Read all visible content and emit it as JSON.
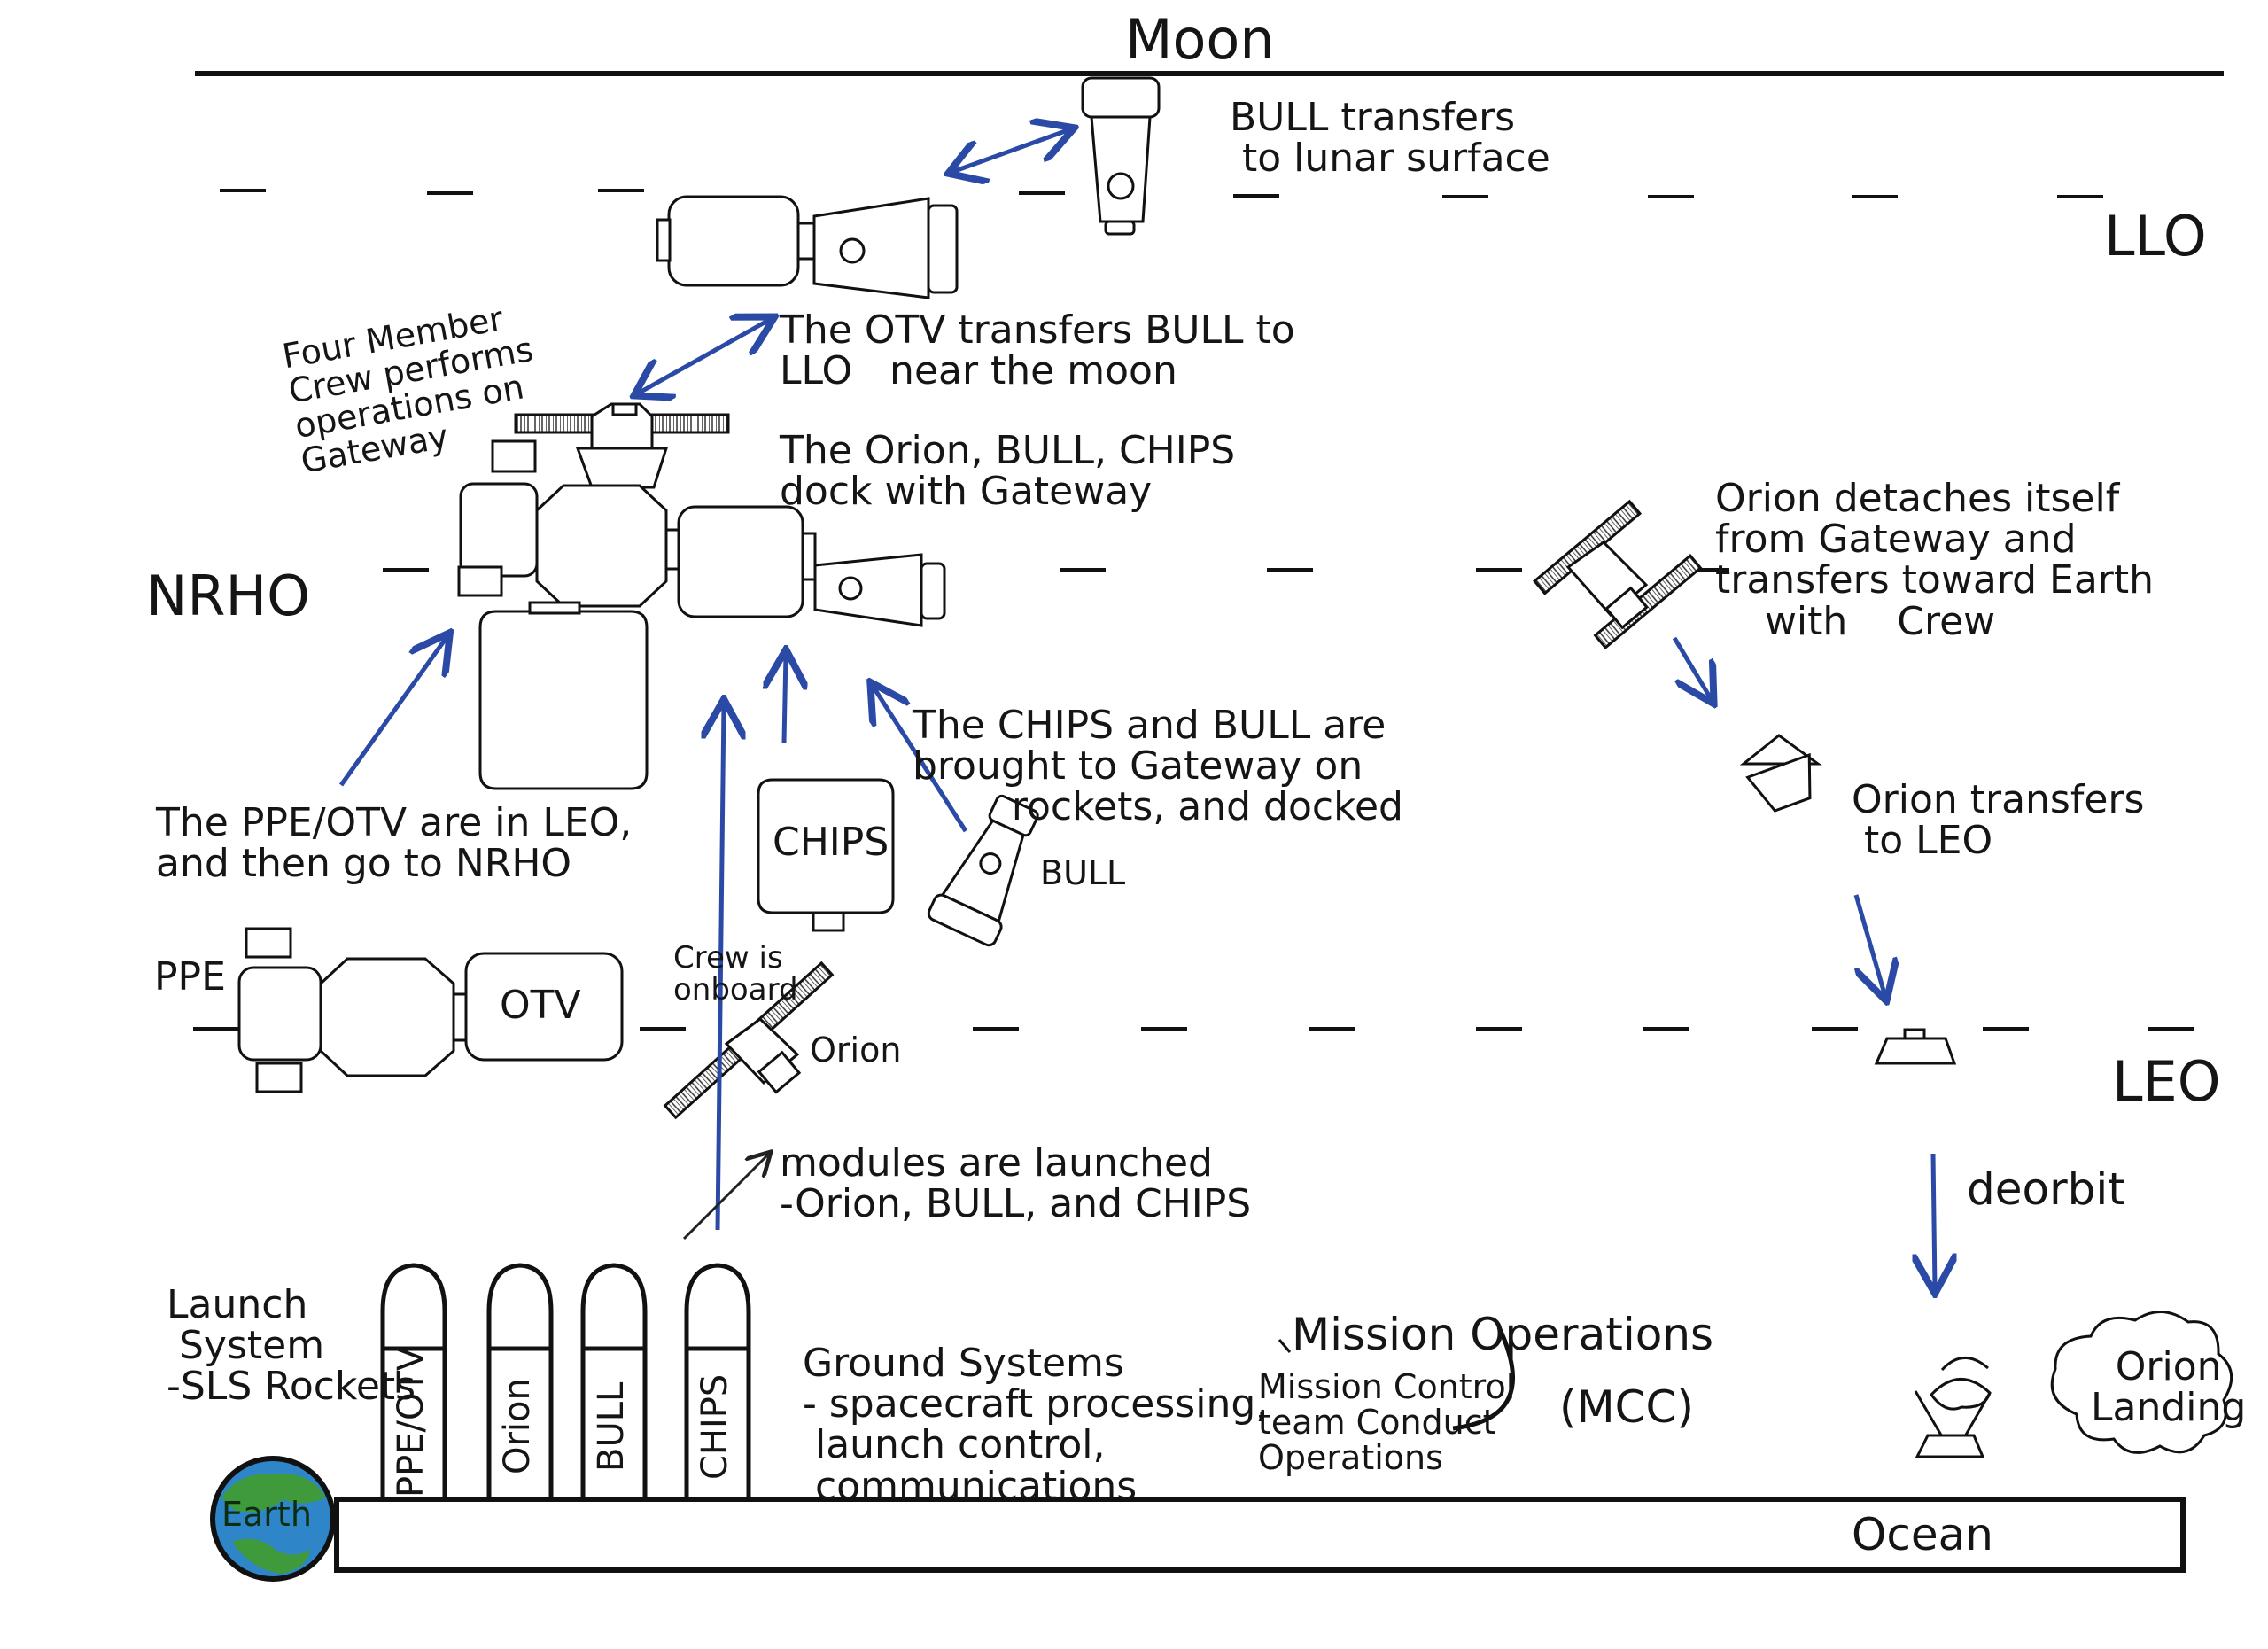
{
  "colors": {
    "ink": "#151515",
    "arrow_blue": "#2b4aa6",
    "earth_green": "#3f9a3c",
    "earth_blue": "#2e86c9"
  },
  "regions": {
    "moon": "Moon",
    "llo": "LLO",
    "nrho": "NRHO",
    "leo": "LEO",
    "ocean": "Ocean",
    "earth": "Earth"
  },
  "notes": {
    "bull_transfers": "BULL transfers\n to lunar surface",
    "otv_transfers": "The OTV transfers BULL to\nLLO   near the moon",
    "crew_ops": "Four Member\nCrew performs\noperations on\nGateway",
    "dock": "The Orion, BULL, CHIPS\ndock with Gateway",
    "orion_detaches": "Orion detaches itself\nfrom Gateway and\ntransfers toward Earth\n    with    Crew",
    "chips_bull_brought": "The CHIPS and BULL are\nbrought to Gateway on\n        rockets, and docked",
    "orion_to_leo": "Orion transfers\n to LEO",
    "ppe_otv_leo": "The PPE/OTV are in LEO,\nand then go to NRHO",
    "crew_onboard": "Crew is\nonboard",
    "modules_launched": "modules are launched\n-Orion, BULL, and CHIPS",
    "deorbit": "deorbit",
    "launch_system": "Launch\n System\n-SLS Rockets",
    "ground_systems": "Ground Systems\n- spacecraft processing,\n launch control,\n communications",
    "mission_ops_title": "Mission Operations",
    "mission_ops_body": "Mission Control\nteam Conduct\nOperations",
    "mcc": "(MCC)",
    "orion_landing": "Orion\nLanding"
  },
  "vehicles": {
    "chips": "CHIPS",
    "bull": "BULL",
    "orion": "Orion",
    "ppe": "PPE",
    "otv": "OTV"
  },
  "rockets": [
    "PPE/OTV",
    "Orion",
    "BULL",
    "CHIPS"
  ]
}
